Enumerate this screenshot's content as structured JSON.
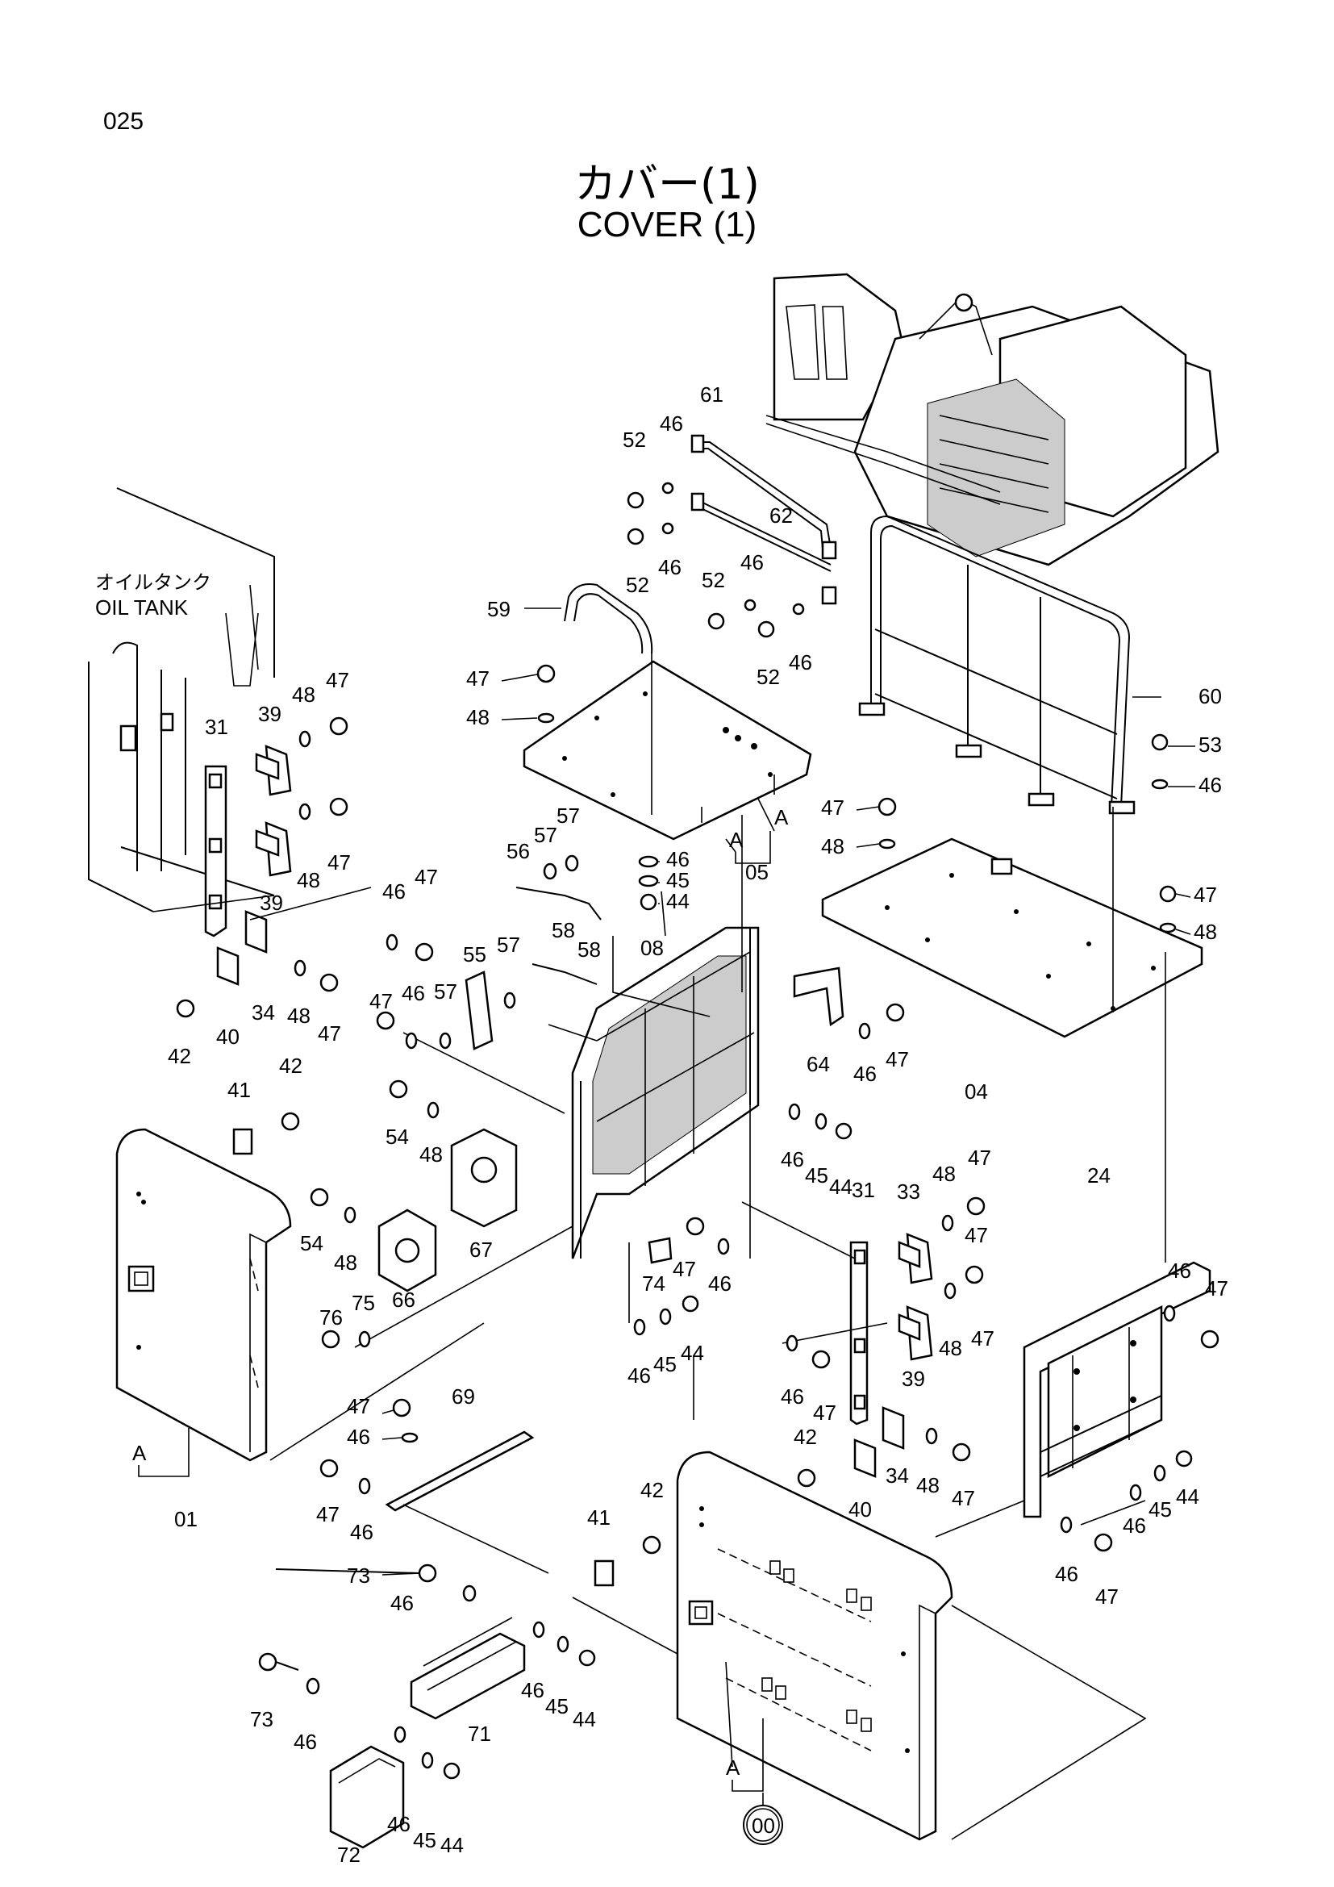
{
  "page_number": "025",
  "title_jp": "カバー(1)",
  "title_en": "COVER (1)",
  "note_jp": "オイルタンク",
  "note_en": "OIL TANK",
  "ref_A": "A",
  "circled": "00",
  "callouts": [
    {
      "id": "c-61",
      "text": "61"
    },
    {
      "id": "c-52a",
      "text": "52"
    },
    {
      "id": "c-46a",
      "text": "46"
    },
    {
      "id": "c-52b",
      "text": "52"
    },
    {
      "id": "c-46b",
      "text": "46"
    },
    {
      "id": "c-62",
      "text": "62"
    },
    {
      "id": "c-52c",
      "text": "52"
    },
    {
      "id": "c-46c",
      "text": "46"
    },
    {
      "id": "c-52d",
      "text": "52"
    },
    {
      "id": "c-46d",
      "text": "46"
    },
    {
      "id": "c-59",
      "text": "59"
    },
    {
      "id": "c-47a",
      "text": "47"
    },
    {
      "id": "c-48a",
      "text": "48"
    },
    {
      "id": "c-60",
      "text": "60"
    },
    {
      "id": "c-53",
      "text": "53"
    },
    {
      "id": "c-46e",
      "text": "46"
    },
    {
      "id": "c-47b",
      "text": "47"
    },
    {
      "id": "c-48b",
      "text": "48"
    },
    {
      "id": "c-05",
      "text": "05"
    },
    {
      "id": "c-46f",
      "text": "46"
    },
    {
      "id": "c-45a",
      "text": "45"
    },
    {
      "id": "c-44a",
      "text": "44"
    },
    {
      "id": "c-57a",
      "text": "57"
    },
    {
      "id": "c-57b",
      "text": "57"
    },
    {
      "id": "c-56",
      "text": "56"
    },
    {
      "id": "c-58a",
      "text": "58"
    },
    {
      "id": "c-58b",
      "text": "58"
    },
    {
      "id": "c-08",
      "text": "08"
    },
    {
      "id": "c-47c",
      "text": "47"
    },
    {
      "id": "c-48c",
      "text": "48"
    },
    {
      "id": "c-04",
      "text": "04"
    },
    {
      "id": "c-64",
      "text": "64"
    },
    {
      "id": "c-46g",
      "text": "46"
    },
    {
      "id": "c-47d",
      "text": "47"
    },
    {
      "id": "c-31a",
      "text": "31"
    },
    {
      "id": "c-39a",
      "text": "39"
    },
    {
      "id": "c-48d",
      "text": "48"
    },
    {
      "id": "c-47e",
      "text": "47"
    },
    {
      "id": "c-48e",
      "text": "48"
    },
    {
      "id": "c-47f",
      "text": "47"
    },
    {
      "id": "c-39b",
      "text": "39"
    },
    {
      "id": "c-46h",
      "text": "46"
    },
    {
      "id": "c-47g",
      "text": "47"
    },
    {
      "id": "c-48f",
      "text": "48"
    },
    {
      "id": "c-47h",
      "text": "47"
    },
    {
      "id": "c-34a",
      "text": "34"
    },
    {
      "id": "c-40a",
      "text": "40"
    },
    {
      "id": "c-42a",
      "text": "42"
    },
    {
      "id": "c-47i",
      "text": "47"
    },
    {
      "id": "c-46i",
      "text": "46"
    },
    {
      "id": "c-57c",
      "text": "57"
    },
    {
      "id": "c-55",
      "text": "55"
    },
    {
      "id": "c-57d",
      "text": "57"
    },
    {
      "id": "c-41a",
      "text": "41"
    },
    {
      "id": "c-42b",
      "text": "42"
    },
    {
      "id": "c-54a",
      "text": "54"
    },
    {
      "id": "c-48g",
      "text": "48"
    },
    {
      "id": "c-54b",
      "text": "54"
    },
    {
      "id": "c-48h",
      "text": "48"
    },
    {
      "id": "c-66",
      "text": "66"
    },
    {
      "id": "c-67",
      "text": "67"
    },
    {
      "id": "c-76",
      "text": "76"
    },
    {
      "id": "c-75",
      "text": "75"
    },
    {
      "id": "c-01",
      "text": "01"
    },
    {
      "id": "c-74",
      "text": "74"
    },
    {
      "id": "c-47j",
      "text": "47"
    },
    {
      "id": "c-46j",
      "text": "46"
    },
    {
      "id": "c-46k",
      "text": "46"
    },
    {
      "id": "c-45b",
      "text": "45"
    },
    {
      "id": "c-44b",
      "text": "44"
    },
    {
      "id": "c-46l",
      "text": "46"
    },
    {
      "id": "c-45c",
      "text": "45"
    },
    {
      "id": "c-44c",
      "text": "44"
    },
    {
      "id": "c-31b",
      "text": "31"
    },
    {
      "id": "c-33",
      "text": "33"
    },
    {
      "id": "c-48i",
      "text": "48"
    },
    {
      "id": "c-47k",
      "text": "47"
    },
    {
      "id": "c-47l",
      "text": "47"
    },
    {
      "id": "c-48j",
      "text": "48"
    },
    {
      "id": "c-47m",
      "text": "47"
    },
    {
      "id": "c-39c",
      "text": "39"
    },
    {
      "id": "c-46m",
      "text": "46"
    },
    {
      "id": "c-47n",
      "text": "47"
    },
    {
      "id": "c-42c",
      "text": "42"
    },
    {
      "id": "c-40b",
      "text": "40"
    },
    {
      "id": "c-34b",
      "text": "34"
    },
    {
      "id": "c-48k",
      "text": "48"
    },
    {
      "id": "c-47o",
      "text": "47"
    },
    {
      "id": "c-24",
      "text": "24"
    },
    {
      "id": "c-46n",
      "text": "46"
    },
    {
      "id": "c-47p",
      "text": "47"
    },
    {
      "id": "c-46o",
      "text": "46"
    },
    {
      "id": "c-45d",
      "text": "45"
    },
    {
      "id": "c-44d",
      "text": "44"
    },
    {
      "id": "c-46p",
      "text": "46"
    },
    {
      "id": "c-47q",
      "text": "47"
    },
    {
      "id": "c-47r",
      "text": "47"
    },
    {
      "id": "c-46q",
      "text": "46"
    },
    {
      "id": "c-69",
      "text": "69"
    },
    {
      "id": "c-47s",
      "text": "47"
    },
    {
      "id": "c-46r",
      "text": "46"
    },
    {
      "id": "c-42d",
      "text": "42"
    },
    {
      "id": "c-41b",
      "text": "41"
    },
    {
      "id": "c-73a",
      "text": "73"
    },
    {
      "id": "c-46s",
      "text": "46"
    },
    {
      "id": "c-46t",
      "text": "46"
    },
    {
      "id": "c-45e",
      "text": "45"
    },
    {
      "id": "c-44e",
      "text": "44"
    },
    {
      "id": "c-71",
      "text": "71"
    },
    {
      "id": "c-73b",
      "text": "73"
    },
    {
      "id": "c-46u",
      "text": "46"
    },
    {
      "id": "c-72",
      "text": "72"
    },
    {
      "id": "c-46v",
      "text": "46"
    },
    {
      "id": "c-45f",
      "text": "45"
    },
    {
      "id": "c-44f",
      "text": "44"
    }
  ]
}
